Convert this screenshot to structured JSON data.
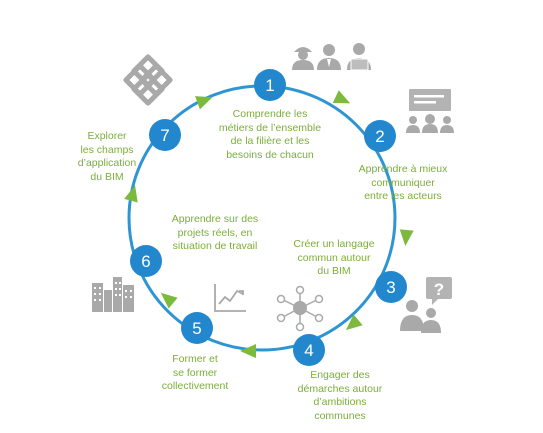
{
  "steps": [
    {
      "number": "1",
      "lines": [
        "Comprendre les",
        "métiers de l’ensemble",
        "de la filière et les",
        "besoins de chacun"
      ]
    },
    {
      "number": "2",
      "lines": [
        "Apprendre à mieux",
        "communiquer",
        "entre les acteurs"
      ]
    },
    {
      "number": "3",
      "lines": [
        "Créer un langage",
        "commun autour",
        "du BIM"
      ]
    },
    {
      "number": "4",
      "lines": [
        "Engager des",
        "démarches autour",
        "d’ambitions",
        "communes"
      ]
    },
    {
      "number": "5",
      "lines": [
        "Former et",
        "se former",
        "collectivement"
      ]
    },
    {
      "number": "6",
      "lines": [
        "Apprendre sur des",
        "projets réels, en",
        "situation de travail"
      ]
    },
    {
      "number": "7",
      "lines": [
        "Explorer",
        "les champs",
        "d’application",
        "du BIM"
      ]
    }
  ],
  "colors": {
    "ring": "#2e95d3",
    "node": "#2387ce",
    "arrow": "#7cba3d",
    "text": "#7cae3a",
    "icon": "#a9a9a9"
  },
  "icons": [
    "workers-icon",
    "meeting-icon",
    "question-person-icon",
    "network-icon",
    "growth-chart-icon",
    "buildings-icon",
    "bim-cube-icon"
  ]
}
